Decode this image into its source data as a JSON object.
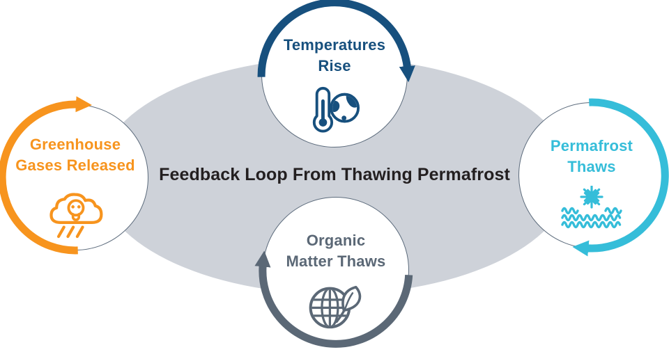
{
  "title": "Feedback Loop From Thawing Permafrost",
  "flow_direction": "clockwise",
  "colors": {
    "top_arc": "#17507E",
    "right_arc": "#35BDD9",
    "bottom_arc": "#5B6876",
    "left_arc": "#F7941E",
    "ellipse": "#CED2D9",
    "title_text": "#231F20",
    "circle_outline": "#5C6B7C"
  },
  "nodes": [
    {
      "id": "temperatures-rise",
      "line1": "Temperatures",
      "line2": "Rise",
      "color": "#17507E",
      "icon": "thermometer-globe-icon",
      "position": "top"
    },
    {
      "id": "permafrost-thaws",
      "line1": "Permafrost",
      "line2": "Thaws",
      "color": "#35BDD9",
      "icon": "snowflake-waves-icon",
      "position": "right"
    },
    {
      "id": "organic-matter-thaws",
      "line1": "Organic",
      "line2": "Matter Thaws",
      "color": "#5B6876",
      "icon": "globe-leaf-icon",
      "position": "bottom"
    },
    {
      "id": "greenhouse-gases-released",
      "line1": "Greenhouse",
      "line2": "Gases Released",
      "color": "#F7941E",
      "icon": "cloud-skull-rain-icon",
      "position": "left"
    }
  ]
}
